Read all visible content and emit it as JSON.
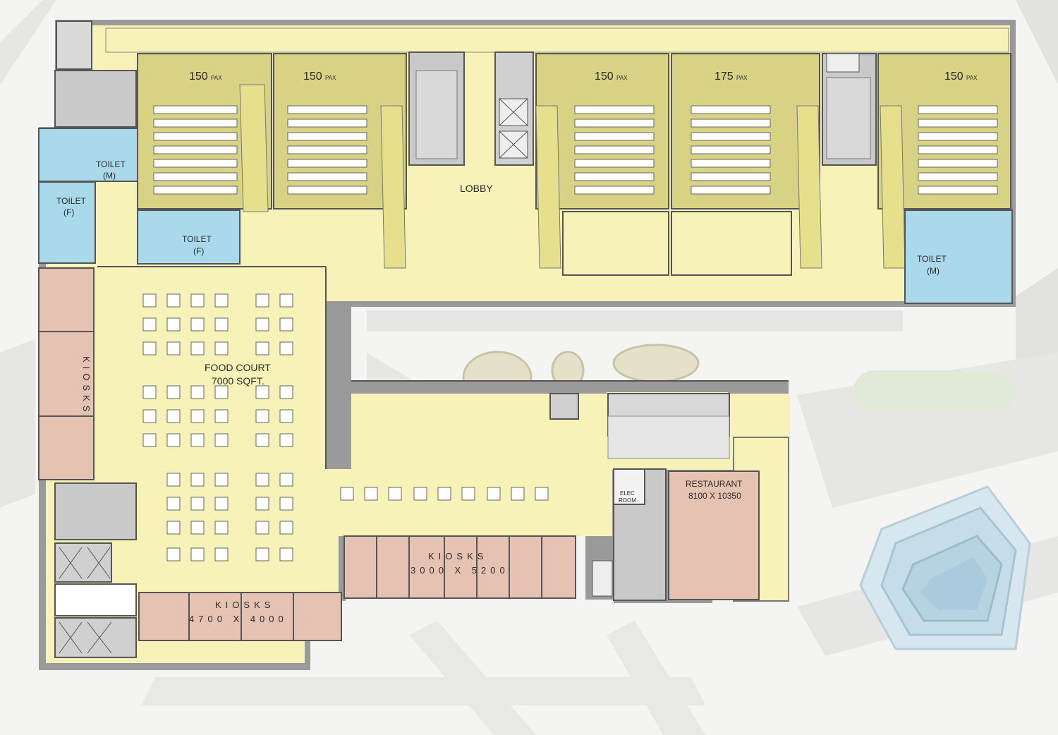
{
  "theatres": [
    {
      "id": "t1",
      "count": "150",
      "unit": "PAX"
    },
    {
      "id": "t2",
      "count": "150",
      "unit": "PAX"
    },
    {
      "id": "t3",
      "count": "150",
      "unit": "PAX"
    },
    {
      "id": "t4",
      "count": "175",
      "unit": "PAX"
    },
    {
      "id": "t5",
      "count": "150",
      "unit": "PAX"
    }
  ],
  "rooms": {
    "lobby": "LOBBY",
    "toilet_m": "TOILET",
    "toilet_m_sub": "(M)",
    "toilet_f_left": "TOILET",
    "toilet_f_left_sub": "(F)",
    "toilet_f_center": "TOILET",
    "toilet_f_center_sub": "(F)",
    "toilet_m_right": "TOILET",
    "toilet_m_right_sub": "(M)",
    "food_court": "FOOD COURT",
    "food_court_area": "7000 SQFT.",
    "kiosks_vertical": "KIOSKS",
    "kiosks_center": "KIOSKS",
    "kiosks_center_size": "3000 X 5200",
    "kiosks_bottom": "KIOSKS",
    "kiosks_bottom_size": "4700 X 4000",
    "restaurant": "RESTAURANT",
    "restaurant_size": "8100 X 10350",
    "elec_room_1": "ELEC",
    "elec_room_2": "ROOM"
  },
  "colors": {
    "floor": "#f7f3b8",
    "theatre": "#d8d284",
    "toilet": "#a9d9ea",
    "kiosk": "#e6c2b2",
    "core": "#bdbdbd",
    "wall": "#555555",
    "site": "#e2e2e0"
  }
}
